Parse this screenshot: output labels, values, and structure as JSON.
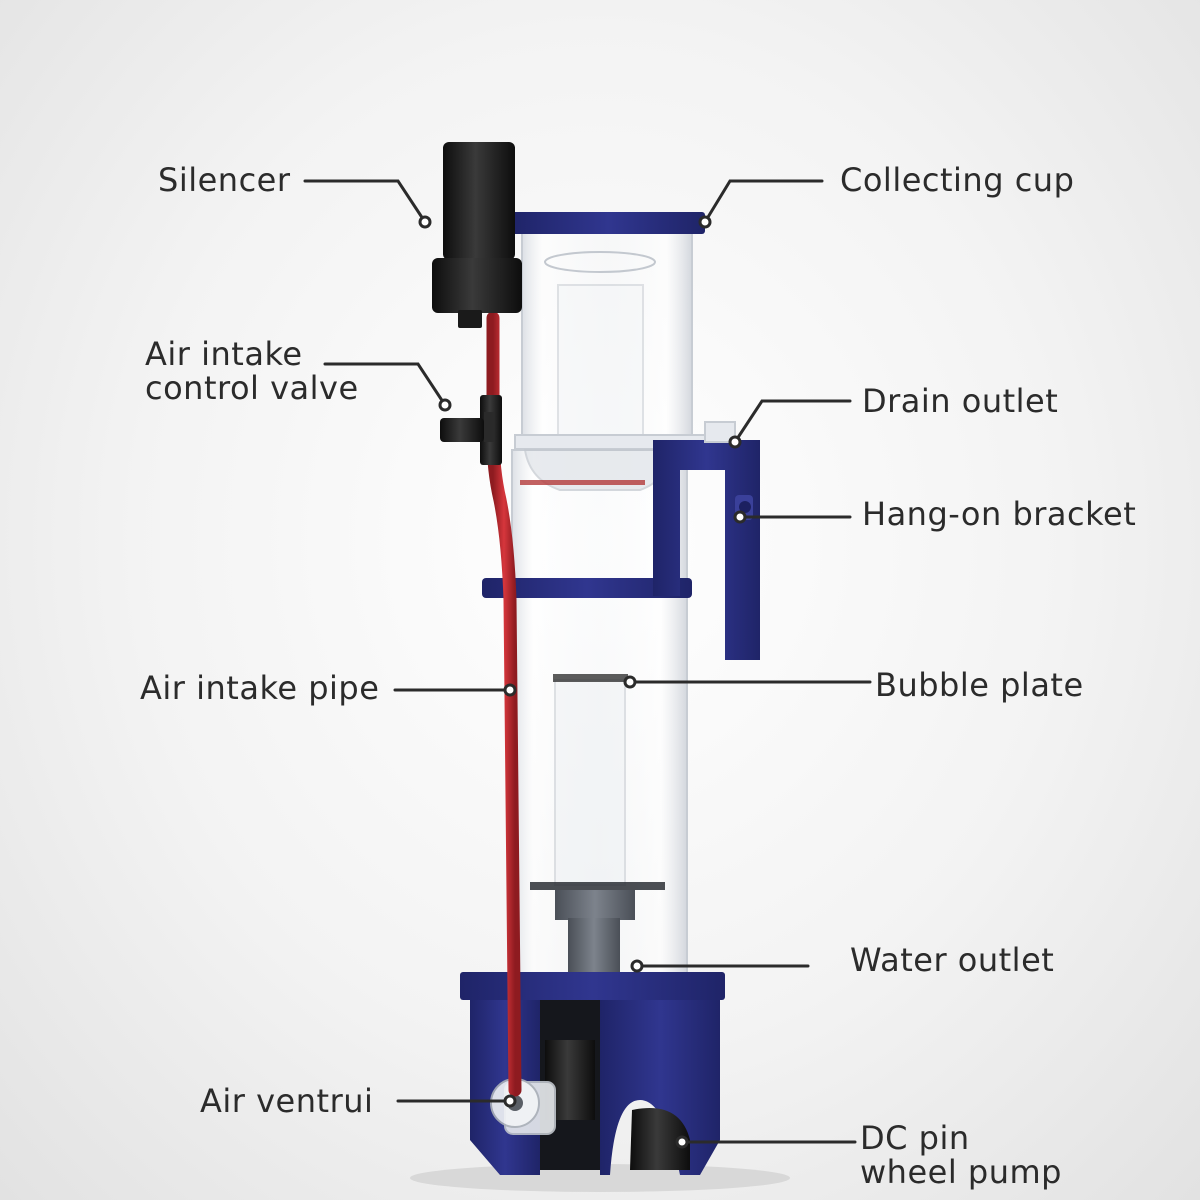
{
  "labels": {
    "silencer": "Silencer",
    "collecting_cup": "Collecting cup",
    "air_intake_control_valve_line1": "Air intake",
    "air_intake_control_valve_line2": "control valve",
    "drain_outlet": "Drain outlet",
    "hang_on_bracket": "Hang-on bracket",
    "air_intake_pipe": "Air intake pipe",
    "bubble_plate": "Bubble plate",
    "water_outlet": "Water outlet",
    "air_ventrui": "Air ventrui",
    "dc_pin_wheel_pump_line1": "DC pin",
    "dc_pin_wheel_pump_line2": "wheel pump"
  },
  "colors": {
    "body_blue": "#2a2f82",
    "body_blue_dark": "#1c2060",
    "hose_red": "#c42a30",
    "silencer_black": "#1a1a1a",
    "leader_line": "#2b2b2b"
  }
}
